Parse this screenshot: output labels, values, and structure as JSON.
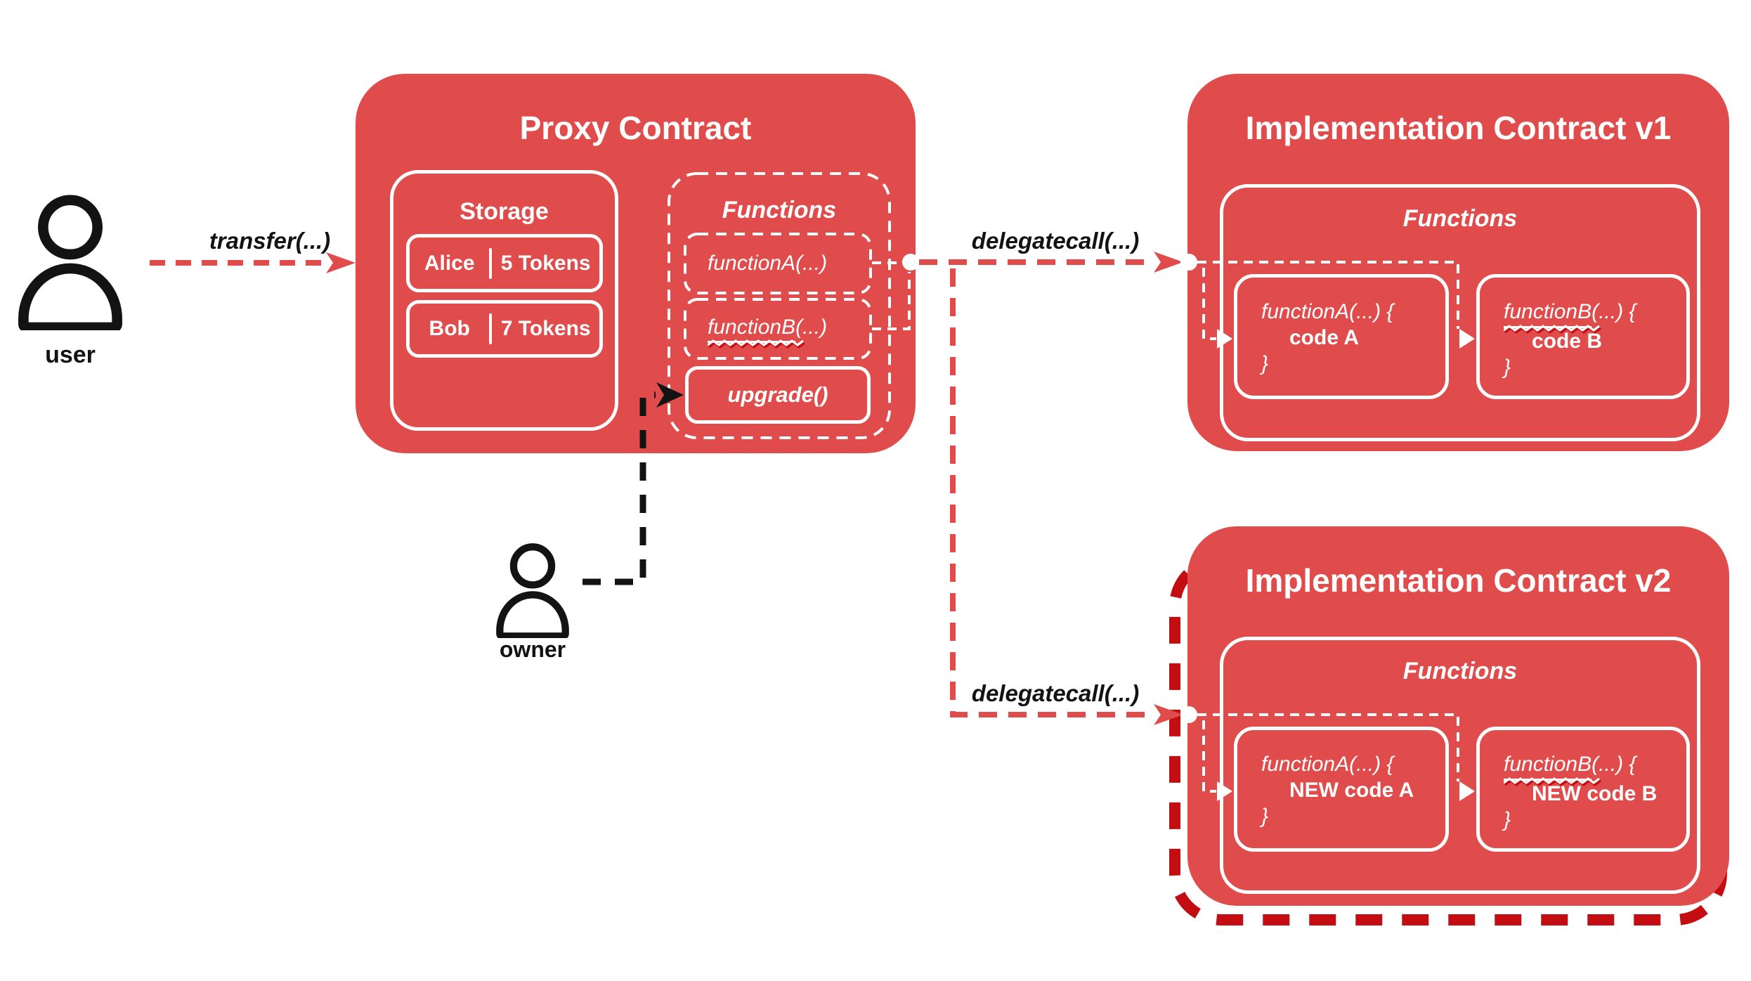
{
  "colors": {
    "box_red": "#e04c4c",
    "upgrade_outline_dark_red": "#c30d12",
    "line_black": "#131313",
    "text_white": "#ffffff"
  },
  "icons": {
    "user": "person-outline-icon",
    "owner": "person-outline-icon"
  },
  "actors": {
    "user": {
      "label": "user"
    },
    "owner": {
      "label": "owner"
    }
  },
  "calls": {
    "transfer": "transfer(...)",
    "delegatecall_v1": "delegatecall(...)",
    "delegatecall_v2": "delegatecall(...)"
  },
  "proxy": {
    "title": "Proxy Contract",
    "storage": {
      "title": "Storage",
      "rows": [
        {
          "name": "Alice",
          "amount": "5 Tokens"
        },
        {
          "name": "Bob",
          "amount": "7 Tokens"
        }
      ]
    },
    "functions": {
      "title": "Functions",
      "function_a": {
        "name": "functionA",
        "args": "(...)"
      },
      "function_b": {
        "name": "functionB",
        "args": "(...)"
      },
      "upgrade": {
        "label": "upgrade()"
      }
    }
  },
  "impl_v1": {
    "title": "Implementation Contract v1",
    "functions": {
      "title": "Functions",
      "function_a": {
        "name": "functionA",
        "args": "(...) {",
        "body": "code A",
        "close": "}"
      },
      "function_b": {
        "name": "functionB",
        "args": "(...) {",
        "body": "code B",
        "close": "}"
      }
    }
  },
  "impl_v2": {
    "title": "Implementation Contract v2",
    "functions": {
      "title": "Functions",
      "function_a": {
        "name": "functionA",
        "args": "(...) {",
        "body": "NEW code A",
        "close": "}"
      },
      "function_b": {
        "name": "functionB",
        "args": "(...) {",
        "body": "NEW code B",
        "close": "}"
      }
    }
  }
}
